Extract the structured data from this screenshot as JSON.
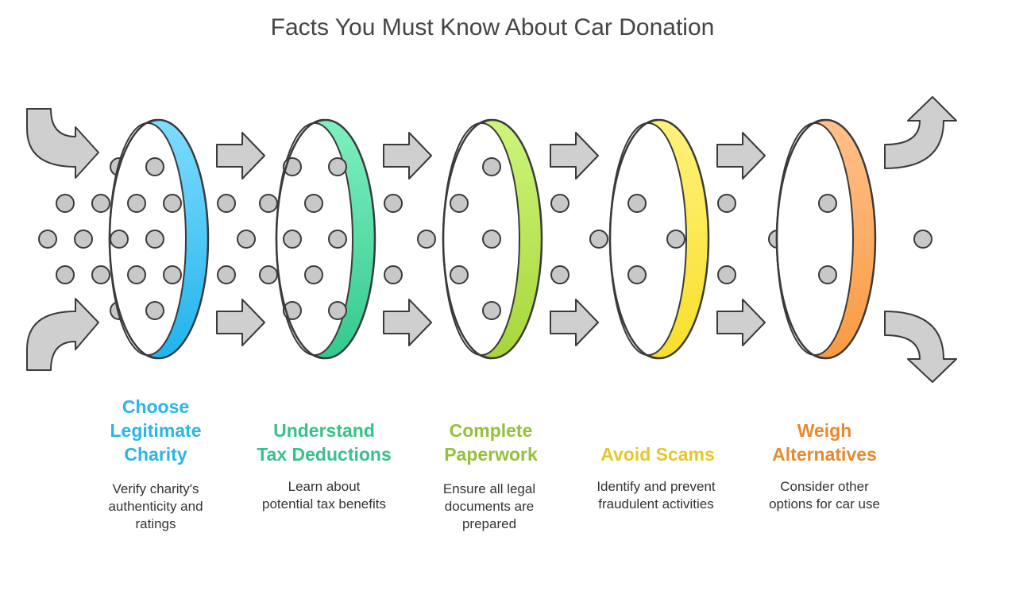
{
  "title": "Facts You Must Know About Car Donation",
  "colors": {
    "arrow_fill": "#cfcfcf",
    "arrow_stroke": "#3a3a3a",
    "dot_fill": "#c8c8c8"
  },
  "steps": [
    {
      "title_lines": [
        "Choose",
        "Legitimate",
        "Charity"
      ],
      "desc_lines": [
        "Verify charity's",
        "authenticity and",
        "ratings"
      ],
      "color": "#29b6e6",
      "ring_light": "#7fdcff",
      "ring_dark": "#1fb3ec"
    },
    {
      "title_lines": [
        "Understand",
        "Tax Deductions"
      ],
      "desc_lines": [
        "Learn about",
        "potential tax benefits"
      ],
      "color": "#38c18a",
      "ring_light": "#7ff0bf",
      "ring_dark": "#33c98c"
    },
    {
      "title_lines": [
        "Complete",
        "Paperwork"
      ],
      "desc_lines": [
        "Ensure all legal",
        "documents are",
        "prepared"
      ],
      "color": "#94c13a",
      "ring_light": "#cdf57a",
      "ring_dark": "#a7d63a"
    },
    {
      "title_lines": [
        "Avoid Scams"
      ],
      "desc_lines": [
        "Identify and prevent",
        "fraudulent activities"
      ],
      "color": "#e6c72a",
      "ring_light": "#fff27a",
      "ring_dark": "#f7df2a"
    },
    {
      "title_lines": [
        "Weigh",
        "Alternatives"
      ],
      "desc_lines": [
        "Consider other",
        "options for car use"
      ],
      "color": "#e68a30",
      "ring_light": "#ffc08a",
      "ring_dark": "#fa9a40"
    }
  ]
}
